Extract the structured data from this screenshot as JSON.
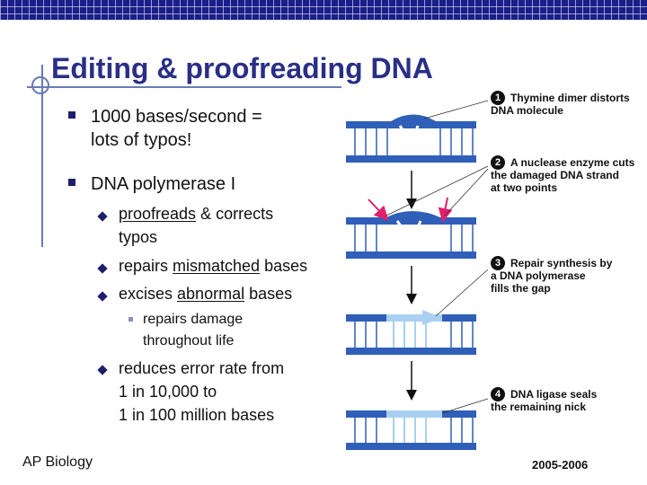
{
  "title": "Editing & proofreading DNA",
  "bullets": {
    "b1_line1": "1000 bases/second =",
    "b1_line2": "lots of typos!",
    "b2": "DNA polymerase I",
    "sub1_u": "proofreads",
    "sub1_rest": " & corrects",
    "sub1_line2": "typos",
    "sub2_pre": "repairs ",
    "sub2_u": "mismatched",
    "sub2_rest": " bases",
    "sub3_pre": "excises ",
    "sub3_u": "abnormal",
    "sub3_rest": " bases",
    "subsub_line1": "repairs damage",
    "subsub_line2": "throughout life",
    "sub4_line1": "reduces error rate from",
    "sub4_line2": "1 in 10,000 to",
    "sub4_line3": "1 in 100 million bases"
  },
  "figure": {
    "step1_num": "1",
    "step1_l1": "Thymine dimer distorts",
    "step1_l2": "DNA molecule",
    "step2_num": "2",
    "step2_l1": "A nuclease enzyme cuts",
    "step2_l2": "the damaged DNA strand",
    "step2_l3": "at two points",
    "step3_num": "3",
    "step3_l1": "Repair synthesis by",
    "step3_l2": "a DNA polymerase",
    "step3_l3": "fills the gap",
    "step4_num": "4",
    "step4_l1": "DNA ligase seals",
    "step4_l2": "the remaining nick",
    "colors": {
      "strand": "#2f5fb8",
      "new_strand": "#a9d0f0",
      "arrow": "#111111",
      "enzyme": "#e0206a"
    }
  },
  "footer": {
    "left": "AP Biology",
    "right": "2005-2006"
  },
  "colors": {
    "title": "#2a2f86",
    "accent": "#1a1f8a"
  }
}
